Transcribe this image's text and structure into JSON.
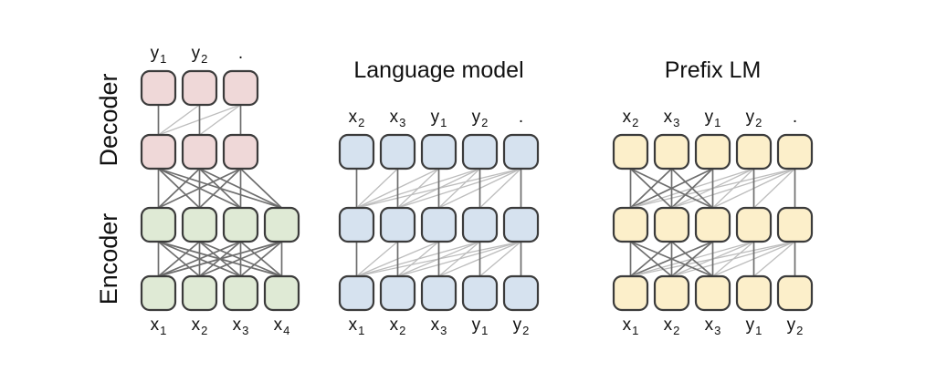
{
  "figure": {
    "background": "#ffffff",
    "node_stroke": "#3b3b3b",
    "edge_dark": "#6e6e6e",
    "edge_light": "#bdbdbd"
  },
  "panels": [
    {
      "id": "encoder-decoder",
      "title": "",
      "side_labels": [
        {
          "name": "decoder-label",
          "text": "Decoder"
        },
        {
          "name": "encoder-label",
          "text": "Encoder"
        }
      ],
      "decoder": {
        "color": "#efd8d8",
        "top_labels": [
          {
            "base": "y",
            "sub": "1"
          },
          {
            "base": "y",
            "sub": "2"
          },
          {
            "base": ".",
            "sub": ""
          }
        ],
        "rows": 2,
        "cols": 3
      },
      "encoder": {
        "color": "#dfead5",
        "bottom_labels": [
          {
            "base": "x",
            "sub": "1"
          },
          {
            "base": "x",
            "sub": "2"
          },
          {
            "base": "x",
            "sub": "3"
          },
          {
            "base": "x",
            "sub": "4"
          }
        ],
        "rows": 2,
        "cols": 4
      }
    },
    {
      "id": "language-model",
      "title": "Language model",
      "color": "#d6e2ef",
      "rows": 3,
      "cols": 5,
      "top_labels": [
        {
          "base": "x",
          "sub": "2"
        },
        {
          "base": "x",
          "sub": "3"
        },
        {
          "base": "y",
          "sub": "1"
        },
        {
          "base": "y",
          "sub": "2"
        },
        {
          "base": ".",
          "sub": ""
        }
      ],
      "bottom_labels": [
        {
          "base": "x",
          "sub": "1"
        },
        {
          "base": "x",
          "sub": "2"
        },
        {
          "base": "x",
          "sub": "3"
        },
        {
          "base": "y",
          "sub": "1"
        },
        {
          "base": "y",
          "sub": "2"
        }
      ],
      "attention": "causal"
    },
    {
      "id": "prefix-lm",
      "title": "Prefix LM",
      "color": "#fcefca",
      "rows": 3,
      "cols": 5,
      "prefix_length": 3,
      "top_labels": [
        {
          "base": "x",
          "sub": "2"
        },
        {
          "base": "x",
          "sub": "3"
        },
        {
          "base": "y",
          "sub": "1"
        },
        {
          "base": "y",
          "sub": "2"
        },
        {
          "base": ".",
          "sub": ""
        }
      ],
      "bottom_labels": [
        {
          "base": "x",
          "sub": "1"
        },
        {
          "base": "x",
          "sub": "2"
        },
        {
          "base": "x",
          "sub": "3"
        },
        {
          "base": "y",
          "sub": "1"
        },
        {
          "base": "y",
          "sub": "2"
        }
      ],
      "attention": "prefix"
    }
  ]
}
